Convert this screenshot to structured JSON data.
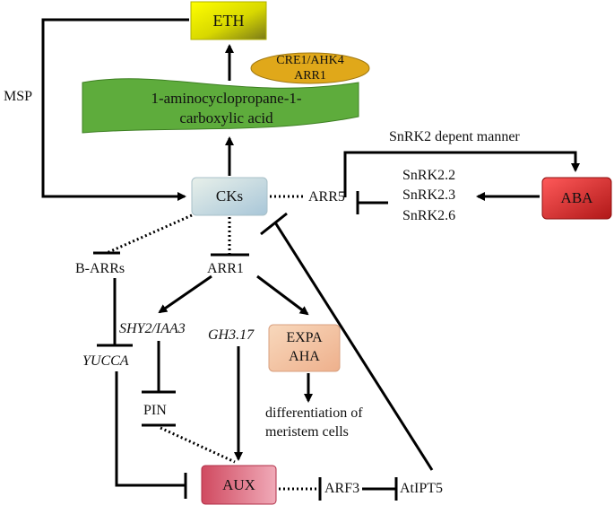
{
  "nodes": {
    "eth": "ETH",
    "cre1": "CRE1/AHK4",
    "arr1_small": "ARR1",
    "acc_line1": "1-aminocyclopropane-1-",
    "acc_line2": "carboxylic acid",
    "cks": "CKs",
    "arr5": "ARR5",
    "aba": "ABA",
    "b_arrs": "B-ARRs",
    "arr1": "ARR1",
    "shy2": "SHY2/IAA3",
    "gh3": "GH3.17",
    "expa": "EXPA",
    "aha": "AHA",
    "yucca": "YUCCA",
    "pin": "PIN",
    "diff_line1": "differentiation of",
    "diff_line2": "meristem cells",
    "aux": "AUX",
    "arf3": "ARF3",
    "atipt5": "AtIPT5"
  },
  "labels": {
    "msp": "MSP",
    "snrk2_manner": "SnRK2 depent manner",
    "snrk22": "SnRK2.2",
    "snrk23": "SnRK2.3",
    "snrk26": "SnRK2.6"
  },
  "colors": {
    "eth_fill_top": "#f2f200",
    "eth_fill_bottom": "#8a8a10",
    "cre1_fill": "#e0a81a",
    "acc_fill": "#5eac3c",
    "cks_fill": "#cfe0e0",
    "aba_fill": "#e03030",
    "expa_fill": "#f5c9a8",
    "aux_fill": "#e07a8a",
    "line": "#000000"
  }
}
